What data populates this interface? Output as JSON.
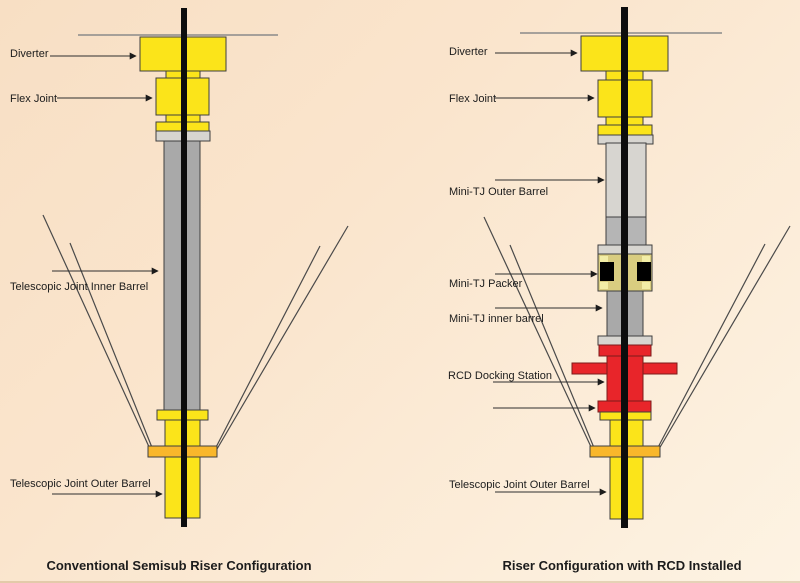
{
  "left": {
    "caption": "Conventional Semisub Riser Configuration",
    "labels": {
      "diverter": "Diverter",
      "flex_joint": "Flex Joint",
      "tj_inner_barrel": "Telescopic Joint Inner Barrel",
      "tj_outer_barrel": "Telescopic Joint Outer Barrel"
    }
  },
  "right": {
    "caption": "Riser Configuration with RCD Installed",
    "labels": {
      "diverter": "Diverter",
      "flex_joint": "Flex Joint",
      "mini_tj_outer_barrel": "Mini-TJ Outer Barrel",
      "mini_tj_packer": "Mini-TJ Packer",
      "mini_tj_inner_barrel": "Mini-TJ inner barrel",
      "rcd_docking_station": "RCD Docking Station",
      "tj_outer_barrel": "Telescopic Joint Outer Barrel"
    }
  },
  "colors": {
    "yellow": "#fbe41a",
    "orange": "#f9b72b",
    "red": "#e8252a",
    "khaki": "#d9cd80",
    "khaki_light": "#f2eda6",
    "gray_tube": "#a9a9a9",
    "gray_light": "#d7d5d0",
    "gray_mid": "#b5b5b5",
    "black_pipe": "#0d0d0d",
    "black_element": "#000000"
  }
}
